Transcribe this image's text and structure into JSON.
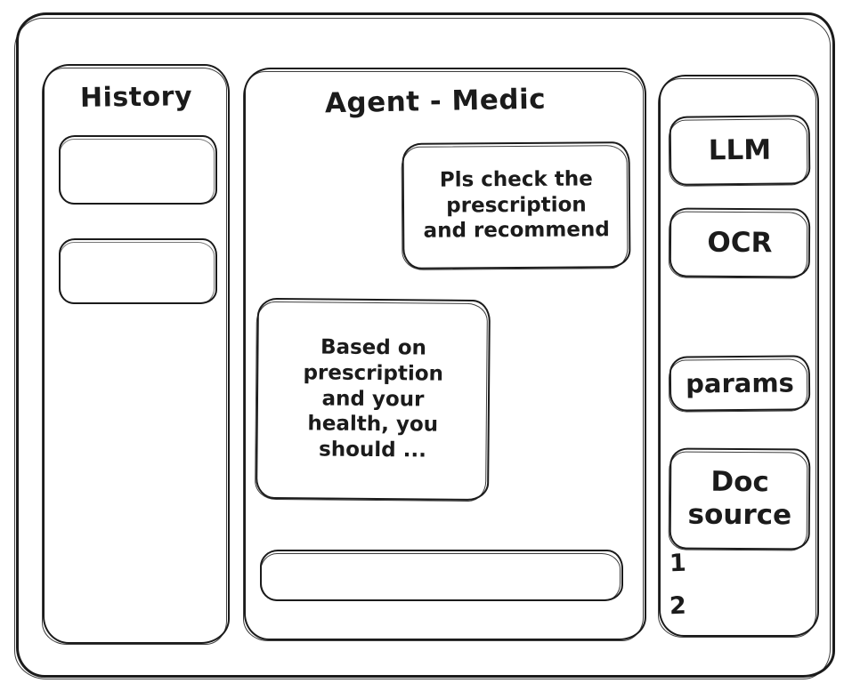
{
  "window": {
    "frame_name": "app-window"
  },
  "sidebar_left": {
    "title": "History",
    "items": [
      {
        "label": ""
      },
      {
        "label": ""
      }
    ]
  },
  "main": {
    "title": "Agent - Medic",
    "messages": [
      {
        "role": "user",
        "align": "right",
        "lines": [
          "Pls check the",
          "prescription",
          "and recommend"
        ]
      },
      {
        "role": "assistant",
        "align": "left",
        "lines": [
          "Based on",
          "prescription",
          "and your",
          "health, you",
          "should ..."
        ]
      }
    ],
    "composer": {
      "value": "",
      "placeholder": ""
    }
  },
  "sidebar_right": {
    "tools": [
      {
        "label": "LLM"
      },
      {
        "label": "OCR"
      },
      {
        "label": "params"
      }
    ],
    "doc_source": {
      "lines": [
        "Doc",
        "source"
      ],
      "entries": [
        "1",
        "2"
      ]
    }
  },
  "colors": {
    "ink": "#1b1b1b",
    "paper": "#ffffff"
  }
}
